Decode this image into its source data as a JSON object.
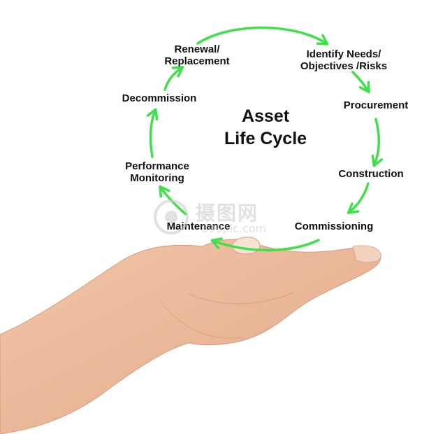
{
  "diagram": {
    "title_lines": [
      "Asset",
      "Life Cycle"
    ],
    "stages": [
      {
        "key": "renewal",
        "lines": [
          "Renewal/",
          "Replacement"
        ]
      },
      {
        "key": "identify-needs",
        "lines": [
          "Identify Needs/",
          "Objectives /Risks"
        ]
      },
      {
        "key": "procurement",
        "lines": [
          "Procurement"
        ]
      },
      {
        "key": "construction",
        "lines": [
          "Construction"
        ]
      },
      {
        "key": "commissioning",
        "lines": [
          "Commissioning"
        ]
      },
      {
        "key": "maintenance",
        "lines": [
          "Maintenance"
        ]
      },
      {
        "key": "performance-monitoring",
        "lines": [
          "Performance",
          "Monitoring"
        ]
      },
      {
        "key": "decommission",
        "lines": [
          "Decommission"
        ]
      }
    ],
    "arrow_color": "#3fe04a",
    "text_color": "#111111"
  },
  "watermark": {
    "cn_text": "摄图网",
    "en_text": "699pic.com"
  }
}
